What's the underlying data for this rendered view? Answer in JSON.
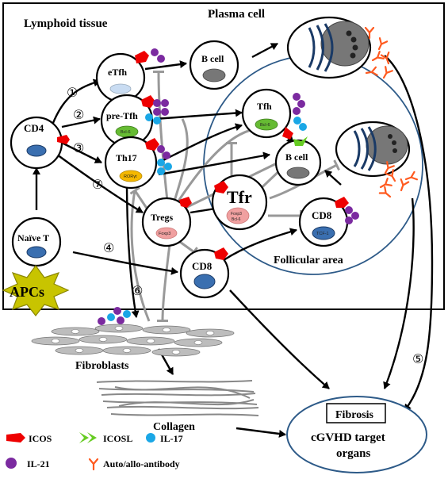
{
  "regions": {
    "lymphoid_tissue": "Lymphoid tissue",
    "plasma_cell": "Plasma cell",
    "follicular_area": "Follicular area"
  },
  "cells": {
    "cd4": "CD4",
    "naive_t": "Naïve T",
    "apcs": "APCs",
    "etfh": "eTfh",
    "pre_tfh": "pre-Tfh",
    "th17": "Th17",
    "tregs": "Tregs",
    "cd8_outer": "CD8",
    "b_cell_top": "B cell",
    "tfh": "Tfh",
    "b_cell_follicle": "B cell",
    "tfr": "Tfr",
    "cd8_follicle": "CD8"
  },
  "markers": {
    "bcl6": "Bcl-6",
    "rorgt": "RORγt",
    "foxp3": "Foxp3",
    "tcf1": "TCF-1",
    "foxp3_bcl6_line1": "Foxp3",
    "foxp3_bcl6_line2": "Bcl-6"
  },
  "pathways": [
    "①",
    "②",
    "③",
    "④",
    "⑤",
    "⑥",
    "⑦"
  ],
  "tissue": {
    "fibroblasts": "Fibroblasts",
    "collagen": "Collagen"
  },
  "outcome": {
    "box": "Fibrosis",
    "line1": "cGVHD target",
    "line2": "organs"
  },
  "legend": {
    "icos": "ICOS",
    "icosl": "ICOSL",
    "il17": "IL-17",
    "il21": "IL-21",
    "antibody": "Auto/allo-antibody"
  },
  "colors": {
    "icos": "#ee0000",
    "icosl": "#66cc22",
    "il17": "#1aa7e6",
    "il21": "#7b2aa0",
    "antibody": "#ff5a1f",
    "nucleus": "#3a6fb0",
    "bcl6": "#66bb33",
    "rorgt": "#f5b800",
    "foxp3": "#f0a0a0",
    "apcs": "#c8c400",
    "follicle_border": "#2d5a88"
  }
}
